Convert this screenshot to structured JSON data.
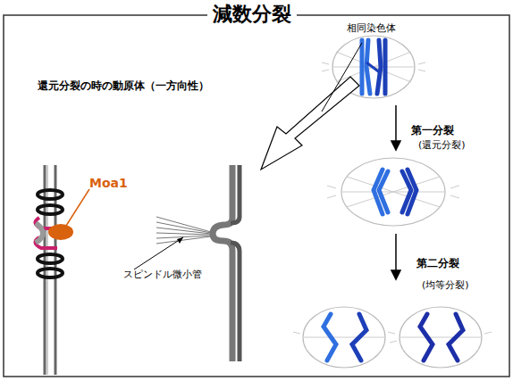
{
  "diagram": {
    "title": "減数分裂",
    "labels": [
      "相同染色体",
      "還元分裂の時の動原体（一方向性）",
      "Moa1",
      "スピンドル微小管",
      "第一分裂",
      "(還元分裂)",
      "第二分裂",
      "(均等分裂)"
    ]
  }
}
